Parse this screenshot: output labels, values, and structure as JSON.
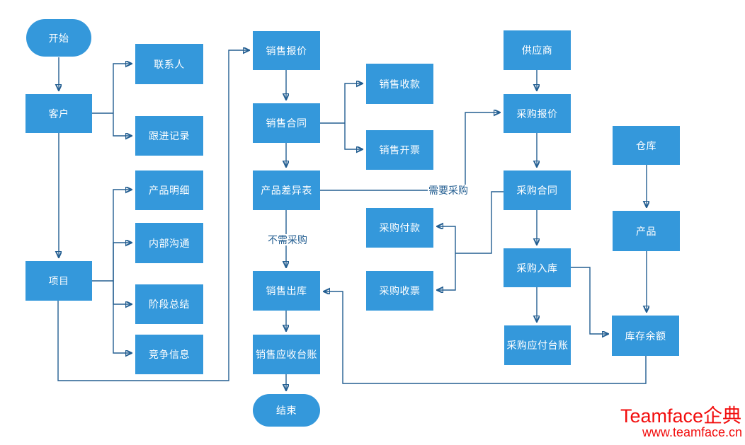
{
  "flowchart": {
    "nodes": {
      "start": {
        "label": "开始",
        "shape": "terminator"
      },
      "customer": {
        "label": "客户",
        "shape": "process"
      },
      "project": {
        "label": "项目",
        "shape": "process"
      },
      "contact": {
        "label": "联系人",
        "shape": "process"
      },
      "follow_up_record": {
        "label": "跟进记录",
        "shape": "process"
      },
      "product_detail": {
        "label": "产品明细",
        "shape": "process"
      },
      "internal_comm": {
        "label": "内部沟通",
        "shape": "process"
      },
      "stage_summary": {
        "label": "阶段总结",
        "shape": "process"
      },
      "competition_info": {
        "label": "竞争信息",
        "shape": "process"
      },
      "sales_quote": {
        "label": "销售报价",
        "shape": "process"
      },
      "sales_contract": {
        "label": "销售合同",
        "shape": "process"
      },
      "product_diff_table": {
        "label": "产品差异表",
        "shape": "process"
      },
      "sales_outbound": {
        "label": "销售出库",
        "shape": "process"
      },
      "sales_receivable_ledger": {
        "label": "销售应收台账",
        "shape": "process"
      },
      "end": {
        "label": "结束",
        "shape": "terminator"
      },
      "sales_collection": {
        "label": "销售收款",
        "shape": "process"
      },
      "sales_invoice": {
        "label": "销售开票",
        "shape": "process"
      },
      "purchase_payment": {
        "label": "采购付款",
        "shape": "process"
      },
      "purchase_receipt": {
        "label": "采购收票",
        "shape": "process"
      },
      "supplier": {
        "label": "供应商",
        "shape": "process"
      },
      "purchase_quote": {
        "label": "采购报价",
        "shape": "process"
      },
      "purchase_contract": {
        "label": "采购合同",
        "shape": "process"
      },
      "purchase_inbound": {
        "label": "采购入库",
        "shape": "process"
      },
      "purchase_payable_ledger": {
        "label": "采购应付台账",
        "shape": "process"
      },
      "warehouse": {
        "label": "仓库",
        "shape": "process"
      },
      "product": {
        "label": "产品",
        "shape": "process"
      },
      "inventory_balance": {
        "label": "库存余额",
        "shape": "process"
      }
    },
    "edge_labels": {
      "need_purchase": "需要采购",
      "no_purchase": "不需采购"
    }
  },
  "branding": {
    "logo_text": "Teamface企典",
    "website": "www.teamface.cn",
    "color": "#f20d0d"
  },
  "colors": {
    "node_fill": "#3498db",
    "node_text": "#ffffff",
    "connector": "#235e91"
  }
}
